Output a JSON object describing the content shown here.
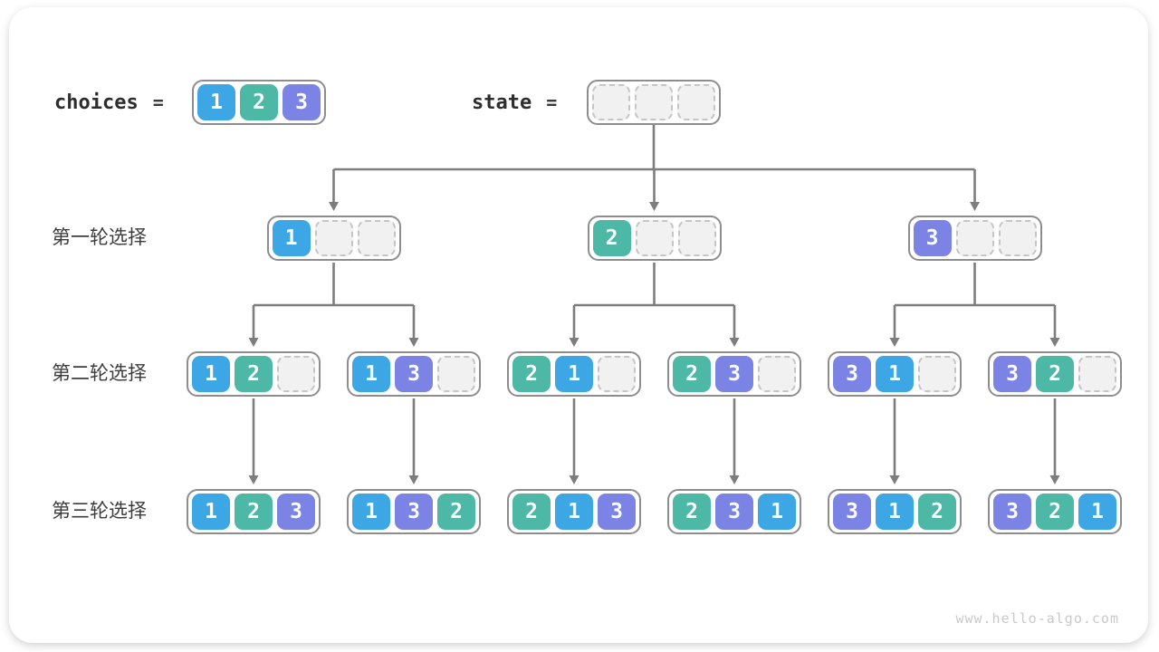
{
  "header": {
    "choices_label": "choices",
    "choices_equals": "=",
    "choices_values": [
      1,
      2,
      3
    ],
    "state_label": "state",
    "state_equals": "=",
    "state_values": [
      null,
      null,
      null
    ]
  },
  "rounds": [
    {
      "label": "第一轮选择",
      "nodes": [
        [
          1,
          null,
          null
        ],
        [
          2,
          null,
          null
        ],
        [
          3,
          null,
          null
        ]
      ]
    },
    {
      "label": "第二轮选择",
      "nodes": [
        [
          1,
          2,
          null
        ],
        [
          1,
          3,
          null
        ],
        [
          2,
          1,
          null
        ],
        [
          2,
          3,
          null
        ],
        [
          3,
          1,
          null
        ],
        [
          3,
          2,
          null
        ]
      ]
    },
    {
      "label": "第三轮选择",
      "nodes": [
        [
          1,
          2,
          3
        ],
        [
          1,
          3,
          2
        ],
        [
          2,
          1,
          3
        ],
        [
          2,
          3,
          1
        ],
        [
          3,
          1,
          2
        ],
        [
          3,
          2,
          1
        ]
      ]
    }
  ],
  "colors": {
    "value1": "#3CA7E4",
    "value2": "#4DB8A6",
    "value3": "#7B84E4",
    "arrow": "#7d7d7d"
  },
  "watermark": "www.hello-algo.com"
}
